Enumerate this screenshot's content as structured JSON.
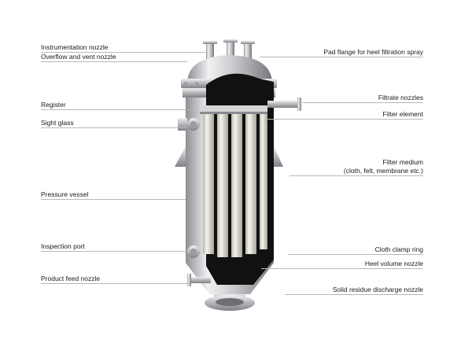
{
  "diagram": {
    "left_labels": [
      {
        "id": "instrumentation-nozzle",
        "text": "Instrumentation nozzle"
      },
      {
        "id": "overflow-vent-nozzle",
        "text": "Overflow and vent nozzle"
      },
      {
        "id": "register",
        "text": "Register"
      },
      {
        "id": "sight-glass",
        "text": "Sight glass"
      },
      {
        "id": "pressure-vessel",
        "text": "Pressure vessel"
      },
      {
        "id": "inspection-port",
        "text": "Inspection port"
      },
      {
        "id": "product-feed-nozzle",
        "text": "Product feed nozzle"
      }
    ],
    "right_labels": [
      {
        "id": "pad-flange",
        "text": "Pad flange for heel filtration spray"
      },
      {
        "id": "filtrate-nozzles",
        "text": "Filtrate nozzles"
      },
      {
        "id": "filter-element",
        "text": "Filter element"
      },
      {
        "id": "filter-medium",
        "text": "Filter medium",
        "text2": "(cloth, felt, membrane etc.)"
      },
      {
        "id": "cloth-clamp-ring",
        "text": "Cloth clamp ring"
      },
      {
        "id": "heel-volume-nozzle",
        "text": "Heel volume nozzle"
      },
      {
        "id": "solid-residue-nozzle",
        "text": "Solid residue discharge nozzle"
      }
    ],
    "colors": {
      "steel_light": "#e8e8ea",
      "steel_mid": "#b9b9bd",
      "steel_dark": "#7c7c82",
      "interior": "#111111",
      "filter": "#e6e4d6",
      "leader_line": "#b8b8b8"
    }
  }
}
